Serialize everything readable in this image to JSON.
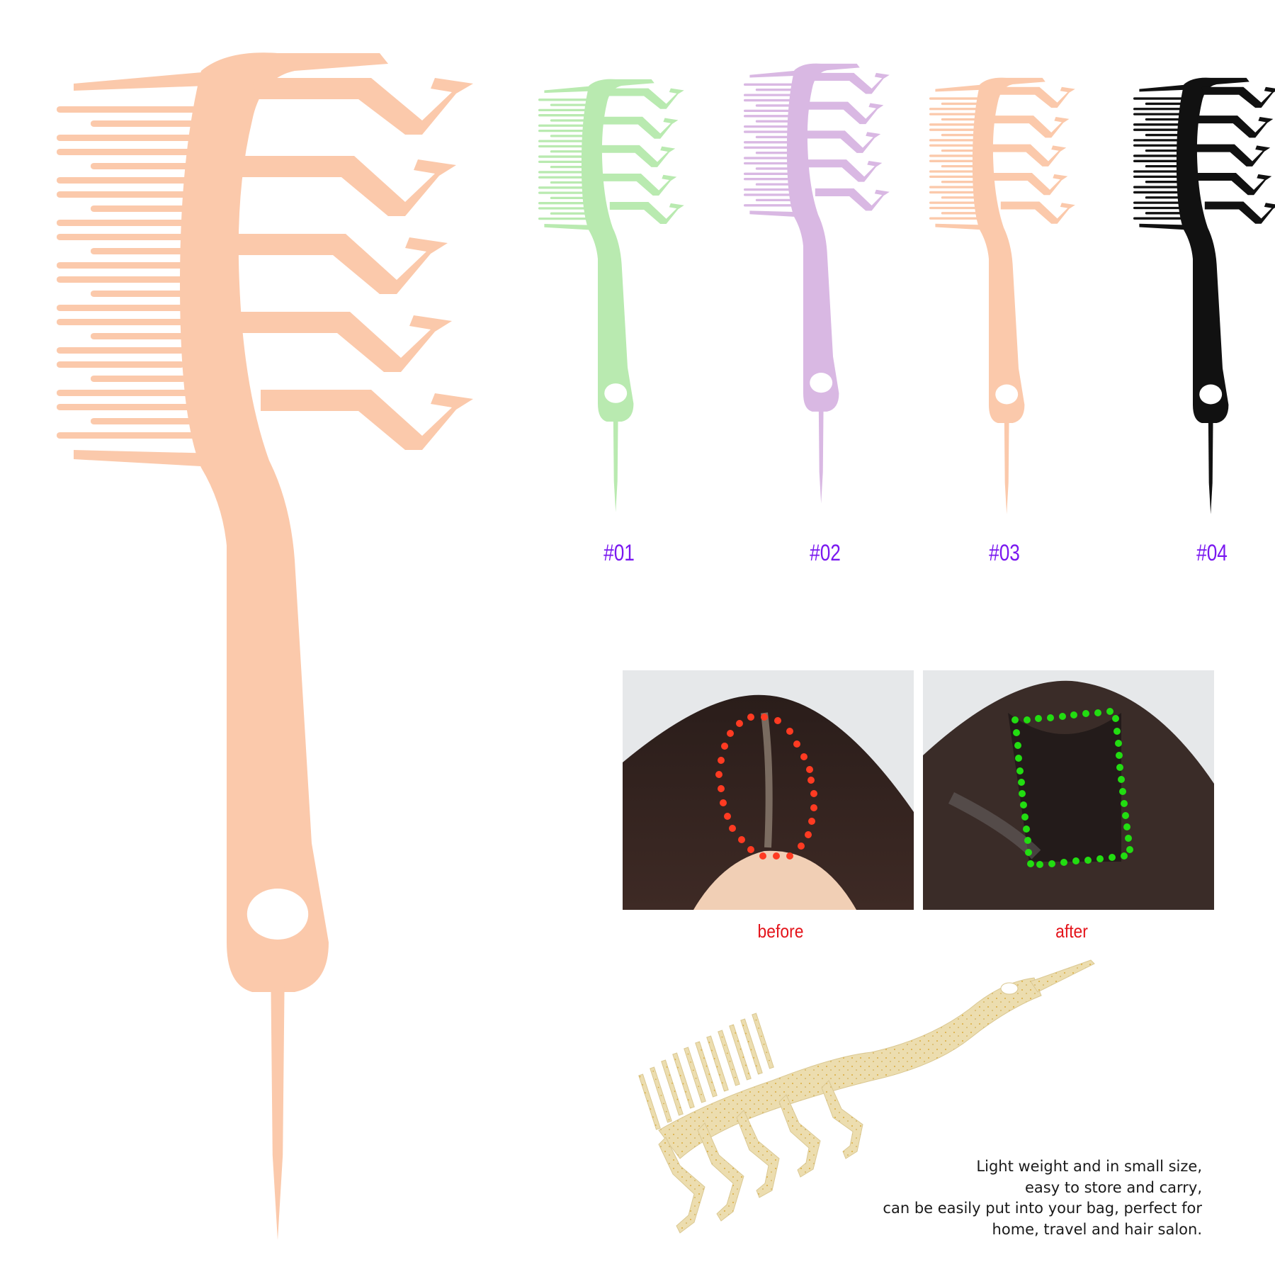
{
  "product": {
    "type": "z-shaped hair parting comb",
    "main_image_color": "#fbc9ab"
  },
  "variants": [
    {
      "label": "#01",
      "color": "#b9eab0"
    },
    {
      "label": "#02",
      "color": "#d9b8e3"
    },
    {
      "label": "#03",
      "color": "#fbc9ab"
    },
    {
      "label": "#04",
      "color": "#111111"
    }
  ],
  "variant_label_color": "#7a18f0",
  "comparison": {
    "before": {
      "caption": "before",
      "marker_color": "#ff3b22",
      "marker_shape": "dotted oval"
    },
    "after": {
      "caption": "after",
      "marker_color": "#22dd11",
      "marker_shape": "dotted zigzag rectangle"
    },
    "caption_color": "#e4141b"
  },
  "glitter_comb": {
    "color": "#e9d9a6"
  },
  "description": {
    "lines": [
      "Light weight and in small size,",
      "easy to store and carry,",
      "can be easily put into your bag, perfect for",
      "home, travel and hair salon."
    ]
  }
}
